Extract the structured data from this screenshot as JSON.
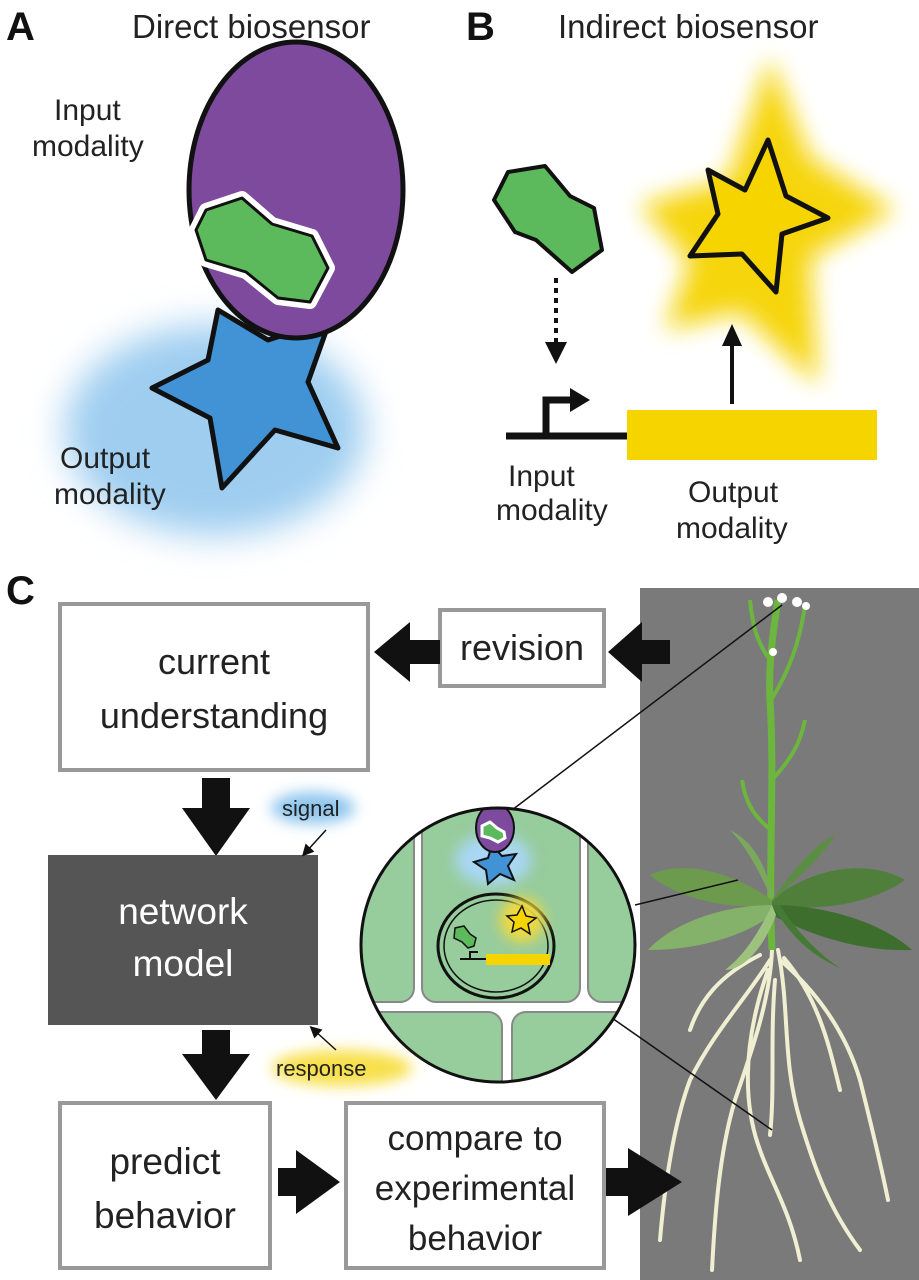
{
  "panels": {
    "a": "A",
    "b": "B",
    "c": "C"
  },
  "direct": {
    "title": "Direct biosensor",
    "input_1": "Input",
    "input_2": "modality",
    "output_1": "Output",
    "output_2": "modality"
  },
  "indirect": {
    "title": "Indirect biosensor",
    "input_1": "Input",
    "input_2": "modality",
    "output_1": "Output",
    "output_2": "modality"
  },
  "cycle": {
    "current_1": "current",
    "current_2": "understanding",
    "revision": "revision",
    "network_1": "network",
    "network_2": "model",
    "signal": "signal",
    "response": "response",
    "predict_1": "predict",
    "predict_2": "behavior",
    "compare_1": "compare to",
    "compare_2": "experimental",
    "compare_3": "behavior"
  },
  "colors": {
    "purple": "#7d4a9e",
    "green": "#5cba5c",
    "blue": "#3f8fd2",
    "yellow": "#f5d400",
    "dark_box": "#555555",
    "plant_bg": "#7a7a7a",
    "cell_green": "#97cc9d"
  }
}
